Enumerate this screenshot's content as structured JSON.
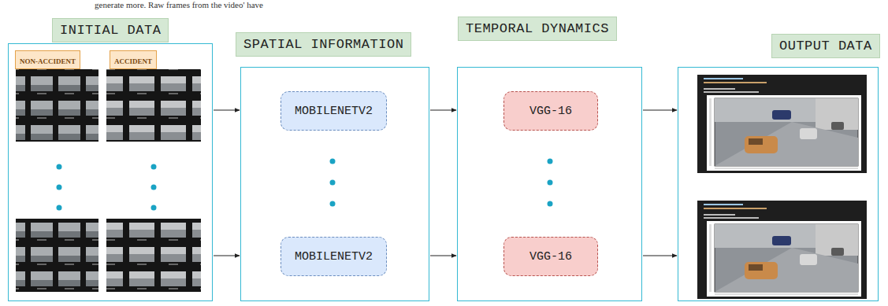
{
  "diagram": {
    "nodes": [
      {
        "text": [
          "INITIAL DATA"
        ]
      },
      {
        "text": [
          "NON-ACCIDENT"
        ],
        "in": 0
      },
      {
        "text": [
          "ACCIDENT"
        ],
        "in": 0
      },
      {
        "text": [
          "SPATIAL INFORMATION"
        ]
      },
      {
        "text": [
          "MOBILENETV2"
        ],
        "in": 3
      },
      {
        "text": [
          "MOBILENETV2"
        ],
        "in": 3
      },
      {
        "text": [
          "TEMPORAL DYNAMICS"
        ]
      },
      {
        "text": [
          "VGG-16"
        ],
        "in": 6
      },
      {
        "text": [
          "VGG-16"
        ],
        "in": 6
      },
      {
        "text": [
          "OUTPUT DATA"
        ]
      }
    ],
    "edges": [
      {
        "from": 0,
        "to": 3,
        "arrow": "to"
      },
      {
        "from": 0,
        "to": 3,
        "arrow": "to"
      },
      {
        "from": 3,
        "to": 6,
        "arrow": "to"
      },
      {
        "from": 3,
        "to": 6,
        "arrow": "to"
      },
      {
        "from": 6,
        "to": 9,
        "arrow": "to"
      },
      {
        "from": 6,
        "to": 9,
        "arrow": "to"
      }
    ],
    "labels": [
      "generate more. Raw frames from the video' have"
    ]
  }
}
